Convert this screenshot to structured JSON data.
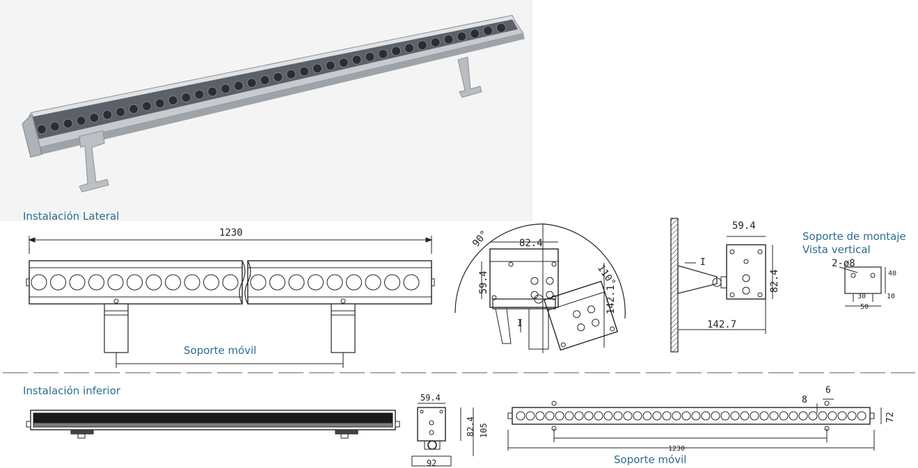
{
  "labels": {
    "lateral": "Instalación Lateral",
    "inferior": "Instalación inferior",
    "soporte_movil_top": "Soporte móvil",
    "soporte_movil_bottom": "Soporte móvil",
    "soporte_montaje": "Soporte de montaje",
    "vista_vertical": "Vista vertical"
  },
  "dimensions": {
    "top_length": "1230",
    "rot_width": "82.4",
    "rot_height": "59.4",
    "rot_142": "142.1",
    "angle_90": "90°",
    "angle_110": "110°",
    "rot_I": "I",
    "wall_width": "59.4",
    "wall_height": "82.4",
    "wall_depth": "142.7",
    "wall_I": "I",
    "mount_holes": "2-ø8",
    "mount_40": "40",
    "mount_30": "30",
    "mount_50": "50",
    "mount_10": "10",
    "bottom_end_width": "59.4",
    "bottom_end_height": "82.4",
    "bottom_end_total": "105",
    "bottom_end_base": "92",
    "bottom_length": "1230",
    "bottom_8": "8",
    "bottom_6": "6",
    "bottom_72": "72"
  },
  "colors": {
    "label_blue": "#2b6c8e",
    "line": "#222222",
    "housing": "#bfc4c8",
    "lens": "#4a4f55"
  }
}
